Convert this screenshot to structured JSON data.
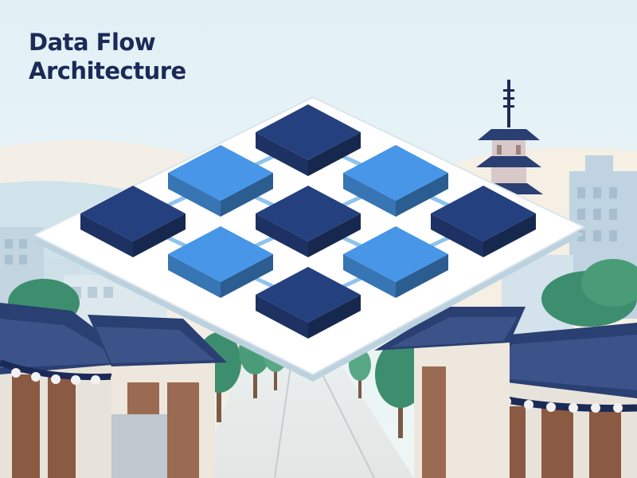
{
  "title": {
    "line1": "Data Flow",
    "line2": "Architecture"
  },
  "diagram": {
    "type": "isometric-grid",
    "rows": 3,
    "cols": 3,
    "nodes": [
      {
        "id": "n-r0c0",
        "row": 0,
        "col": 0,
        "tone": "dark"
      },
      {
        "id": "n-r0c1",
        "row": 0,
        "col": 1,
        "tone": "light"
      },
      {
        "id": "n-r0c2",
        "row": 0,
        "col": 2,
        "tone": "dark"
      },
      {
        "id": "n-r1c0",
        "row": 1,
        "col": 0,
        "tone": "light"
      },
      {
        "id": "n-r1c1",
        "row": 1,
        "col": 1,
        "tone": "dark"
      },
      {
        "id": "n-r1c2",
        "row": 1,
        "col": 2,
        "tone": "light"
      },
      {
        "id": "n-r2c0",
        "row": 2,
        "col": 0,
        "tone": "dark"
      },
      {
        "id": "n-r2c1",
        "row": 2,
        "col": 1,
        "tone": "light"
      },
      {
        "id": "n-r2c2",
        "row": 2,
        "col": 2,
        "tone": "dark"
      }
    ],
    "edges": [
      [
        "n-r0c0",
        "n-r0c1"
      ],
      [
        "n-r0c1",
        "n-r0c2"
      ],
      [
        "n-r1c0",
        "n-r1c1"
      ],
      [
        "n-r1c1",
        "n-r1c2"
      ],
      [
        "n-r2c0",
        "n-r2c1"
      ],
      [
        "n-r2c1",
        "n-r2c2"
      ],
      [
        "n-r0c0",
        "n-r1c0"
      ],
      [
        "n-r1c0",
        "n-r2c0"
      ],
      [
        "n-r0c1",
        "n-r1c1"
      ],
      [
        "n-r1c1",
        "n-r2c1"
      ],
      [
        "n-r0c2",
        "n-r1c2"
      ],
      [
        "n-r1c2",
        "n-r2c2"
      ]
    ]
  },
  "colors": {
    "sky": "#e4f1f6",
    "title": "#1b2a57",
    "node_dark": "#25407e",
    "node_light": "#4796e8",
    "connector": "#8ec3ec",
    "platform": "#ffffff",
    "roof": "#2a3f72",
    "tree": "#3d8e6e",
    "wood": "#8a5a42"
  },
  "icons": {
    "pagoda": "pagoda-icon",
    "roof": "hanok-roof-icon",
    "tree": "tree-icon"
  }
}
